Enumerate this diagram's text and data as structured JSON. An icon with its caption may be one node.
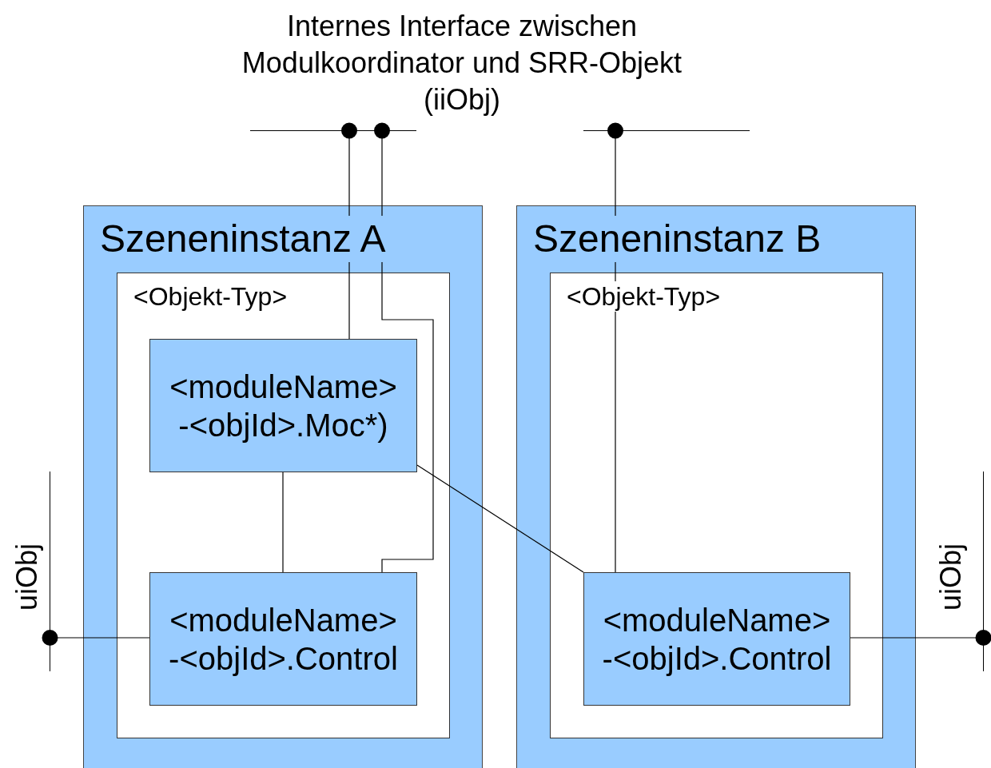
{
  "diagram": {
    "title": "Internes Interface zwischen Modulkoordinator und SRR-Objekt (iiObj)",
    "nodes": [
      {
        "text": [
          "Szeneninstanz A"
        ]
      },
      {
        "text": [
          "<Objekt-Typ>"
        ],
        "in": 0
      },
      {
        "text": [
          "<moduleName> -<objId>.Moc*)"
        ],
        "in": 1
      },
      {
        "text": [
          "<moduleName> -<objId>.Control"
        ],
        "in": 1
      },
      {
        "text": [
          "Szeneninstanz B"
        ]
      },
      {
        "text": [
          "<Objekt-Typ>"
        ],
        "in": 4
      },
      {
        "text": [
          "<moduleName> -<objId>.Control"
        ],
        "in": 5
      },
      {
        "text": [],
        "shape": "bar"
      },
      {
        "text": [],
        "shape": "bar"
      },
      {
        "text": [
          "uiObj"
        ]
      },
      {
        "text": [
          "uiObj"
        ]
      }
    ],
    "edges": [
      {
        "from": 7,
        "to": 2,
        "arrow": "other"
      },
      {
        "from": 7,
        "to": 3,
        "arrow": "other"
      },
      {
        "from": 8,
        "to": 6,
        "arrow": "other"
      },
      {
        "from": 2,
        "to": 3,
        "arrow": "none"
      },
      {
        "from": 2,
        "to": 6,
        "arrow": "none"
      },
      {
        "from": 9,
        "to": 3,
        "arrow": "other"
      },
      {
        "from": 10,
        "to": 6,
        "arrow": "other"
      }
    ]
  }
}
